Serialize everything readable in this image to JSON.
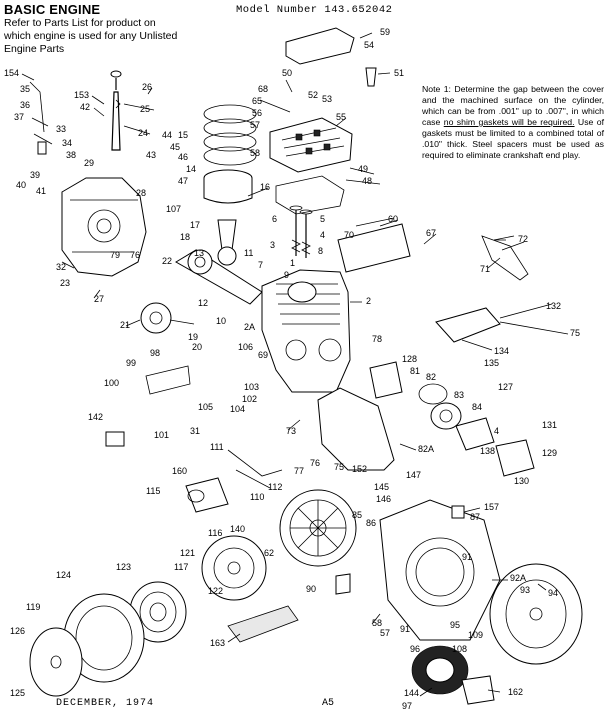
{
  "header": {
    "title": "BASIC ENGINE",
    "subtitle_lines": [
      "Refer to Parts List for product on",
      "which engine is used for any Unlisted",
      "Engine Parts"
    ],
    "model_number": "Model Number 143.652042"
  },
  "note": {
    "part1": "Note 1: Determine the gap between the cover and the machined surface on the cylinder, which can be from .001\" up to .007\", in which case ",
    "underlined": "no shim gaskets will be required.",
    "part2": " Use of gaskets must be limited to a combined total of .010\" thick. Steel spacers must be used as required to eliminate crankshaft end play."
  },
  "footer": {
    "date": "DECEMBER, 1974",
    "page": "A5"
  },
  "part_labels": [
    "154",
    "153",
    "42",
    "35",
    "36",
    "37",
    "33",
    "34",
    "38",
    "39",
    "40",
    "41",
    "29",
    "26",
    "25",
    "24",
    "28",
    "44",
    "45",
    "46",
    "43",
    "15",
    "14",
    "47",
    "107",
    "16",
    "17",
    "18",
    "13",
    "11",
    "7",
    "12",
    "10",
    "19",
    "20",
    "9",
    "59",
    "54",
    "51",
    "50",
    "52",
    "53",
    "68",
    "65",
    "56",
    "57",
    "55",
    "58",
    "49",
    "48",
    "6",
    "5",
    "4",
    "3",
    "8",
    "1",
    "60",
    "70",
    "67",
    "72",
    "71",
    "2",
    "32",
    "23",
    "27",
    "79",
    "76",
    "22",
    "21",
    "2A",
    "106",
    "69",
    "103",
    "102",
    "104",
    "105",
    "31",
    "99",
    "98",
    "100",
    "101",
    "142",
    "111",
    "112",
    "160",
    "110",
    "115",
    "140",
    "62",
    "132",
    "75",
    "134",
    "135",
    "78",
    "128",
    "81",
    "82",
    "83",
    "84",
    "127",
    "4",
    "131",
    "129",
    "130",
    "138",
    "82A",
    "73",
    "77",
    "76",
    "75",
    "152",
    "147",
    "145",
    "146",
    "157",
    "85",
    "86",
    "87",
    "91",
    "90",
    "92A",
    "93",
    "94",
    "116",
    "121",
    "117",
    "122",
    "123",
    "124",
    "119",
    "126",
    "125",
    "163",
    "58",
    "57",
    "91",
    "95",
    "109",
    "108",
    "96",
    "144",
    "97",
    "162"
  ],
  "colors": {
    "ink": "#000000",
    "paper": "#ffffff"
  }
}
